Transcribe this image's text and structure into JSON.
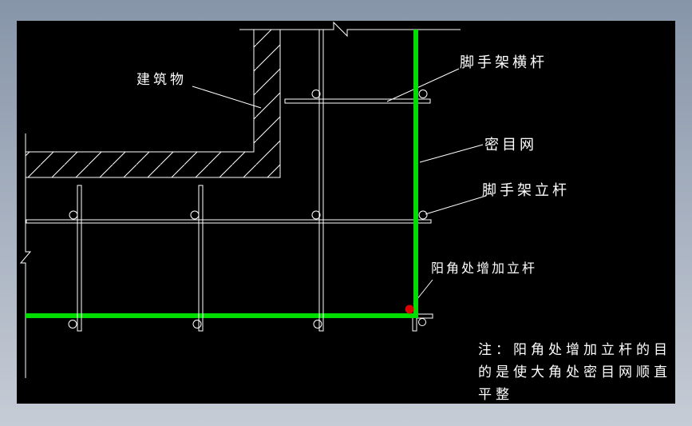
{
  "window": {
    "frame_top_color": "#8795a9",
    "frame_bottom_color": "#c6ccd6",
    "canvas_color": "#000000"
  },
  "drawing": {
    "title_context": "scaffold-corner-detail",
    "labels": {
      "building": "建筑物",
      "scaffold_horizontal_bar": "脚手架横杆",
      "mesh_net": "密目网",
      "scaffold_vertical_pole": "脚手架立杆",
      "corner_added_pole": "阳角处增加立杆"
    },
    "note_lines": [
      "注：阳角处增加立杆的目",
      "的是使大角处密目网顺直",
      "平整"
    ],
    "colors": {
      "linework_white": "#ffffff",
      "mesh_net_green": "#00dd00",
      "corner_marker_red": "#dd0000"
    }
  }
}
